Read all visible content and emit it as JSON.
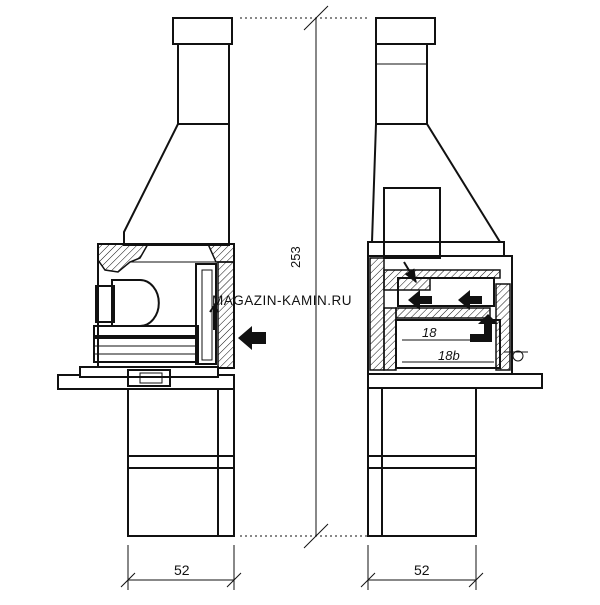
{
  "dimensions": {
    "height": "253",
    "width_left": "52",
    "width_right": "52"
  },
  "watermark": "MAGAZIN-KAMIN.RU",
  "labels": {
    "grill_upper": "18",
    "grill_lower": "18b"
  }
}
